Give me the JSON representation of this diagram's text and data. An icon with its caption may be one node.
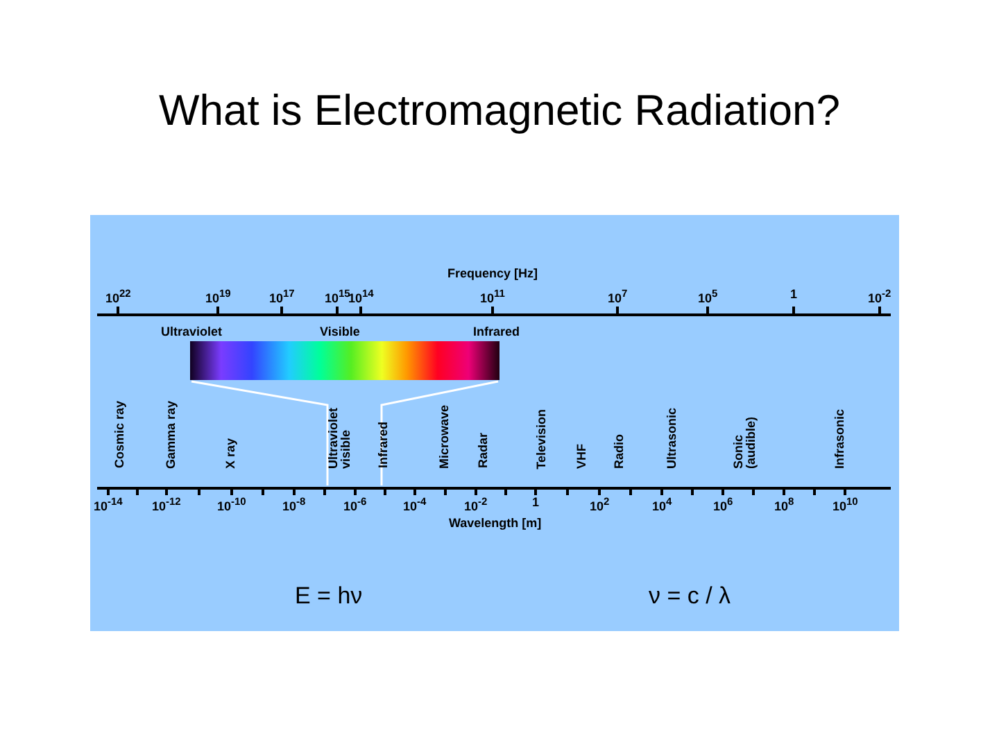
{
  "diagram": {
    "title": "What is Electromagnetic Radiation?",
    "labels": [
      "Frequency [Hz]",
      "10$^{22}$",
      "10$^{19}$",
      "10$^{17}$",
      "10$^{15}$",
      "10$^{14}$",
      "10$^{11}$",
      "10$^{7}$",
      "10$^{5}$",
      "1",
      "10$^{-2}$",
      "Ultraviolet",
      "Visible",
      "Infrared",
      "Cosmic ray",
      "Gamma ray",
      "X ray",
      "Ultraviolet visible",
      "Infrared",
      "Microwave",
      "Radar",
      "Television",
      "VHF",
      "Radio",
      "Ultrasonic",
      "Sonic (audible)",
      "Infrasonic",
      "10$^{-14}$",
      "10$^{-12}$",
      "10$^{-10}$",
      "10$^{-8}$",
      "10$^{-6}$",
      "10$^{-4}$",
      "10$^{-2}$",
      "1",
      "10$^{2}$",
      "10$^{4}$",
      "10$^{6}$",
      "10$^{8}$",
      "10$^{10}$",
      "Wavelength [m]",
      "E = hν",
      "ν = c / λ"
    ]
  }
}
